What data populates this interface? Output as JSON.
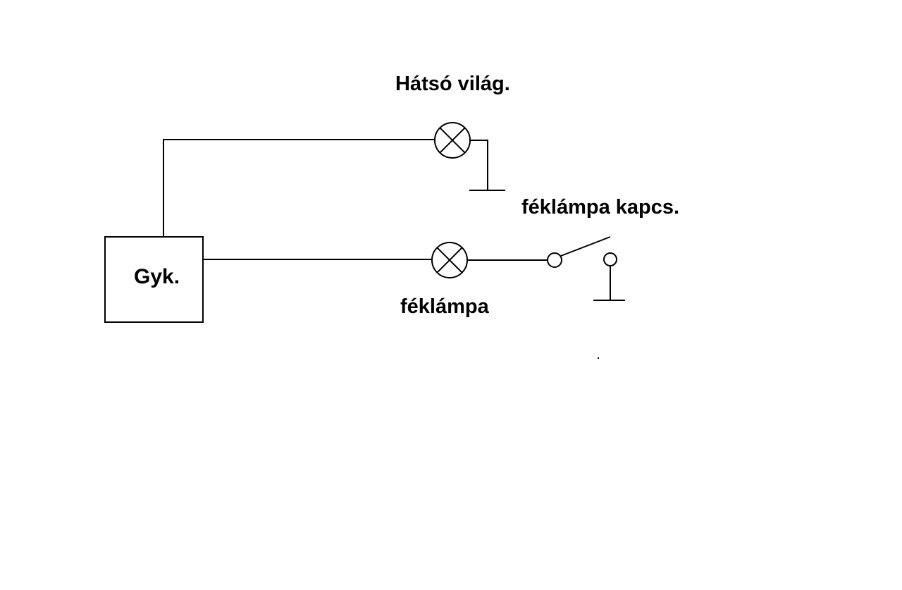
{
  "diagram": {
    "labels": {
      "source": "Gyk.",
      "tail_light": "Hátsó világ.",
      "brake_lamp": "féklámpa",
      "brake_switch": "féklámpa kapcs."
    },
    "colors": {
      "stroke": "#000000",
      "background": "#ffffff"
    },
    "symbols": {
      "tail_light": "lamp-icon",
      "brake_lamp": "lamp-icon",
      "brake_switch": "switch-open-icon",
      "grounds": "ground-icon"
    }
  }
}
